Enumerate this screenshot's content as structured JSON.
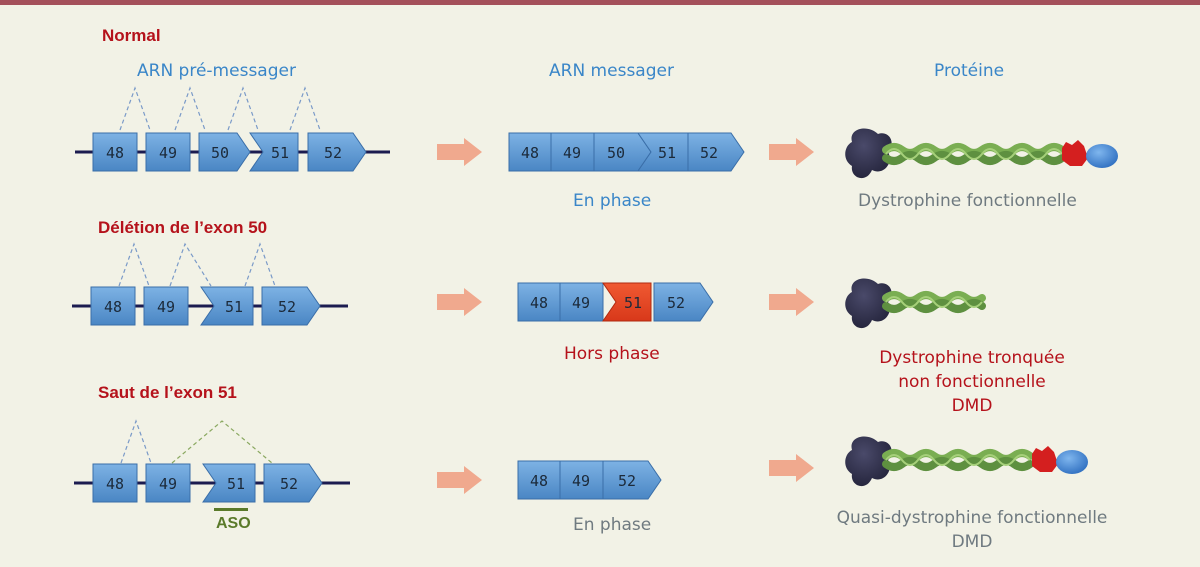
{
  "columns": {
    "pre_mrna": "ARN pré-messager",
    "mrna": "ARN messager",
    "protein": "Protéine"
  },
  "rows": [
    {
      "title": "Normal",
      "pre_mrna_exons": [
        "48",
        "49",
        "50",
        "51",
        "52"
      ],
      "mrna_exons": [
        "48",
        "49",
        "50",
        "51",
        "52"
      ],
      "mrna_status": "En phase",
      "protein_label": [
        "Dystrophine fonctionnelle"
      ]
    },
    {
      "title": "Délétion de l’exon 50",
      "pre_mrna_exons": [
        "48",
        "49",
        "51",
        "52"
      ],
      "mrna_exons": [
        "48",
        "49",
        "51",
        "52"
      ],
      "mrna_status": "Hors phase",
      "protein_label": [
        "Dystrophine tronquée",
        "non fonctionnelle",
        "DMD"
      ]
    },
    {
      "title": "Saut de l’exon 51",
      "pre_mrna_exons": [
        "48",
        "49",
        "51",
        "52"
      ],
      "mrna_exons": [
        "48",
        "49",
        "52"
      ],
      "mrna_status": "En phase",
      "protein_label": [
        "Quasi-dystrophine fonctionnelle",
        "DMD"
      ],
      "aso_label": "ASO"
    }
  ],
  "colors": {
    "background": "#f2f2e6",
    "top_bar": "#a4505a",
    "exon": "#5b97d2",
    "exon_out_of_frame": "#e8401e",
    "arrow": "#f0a98e",
    "title_red": "#b5121b",
    "header_blue": "#3a86c8",
    "aso_green": "#5a7a2a"
  }
}
